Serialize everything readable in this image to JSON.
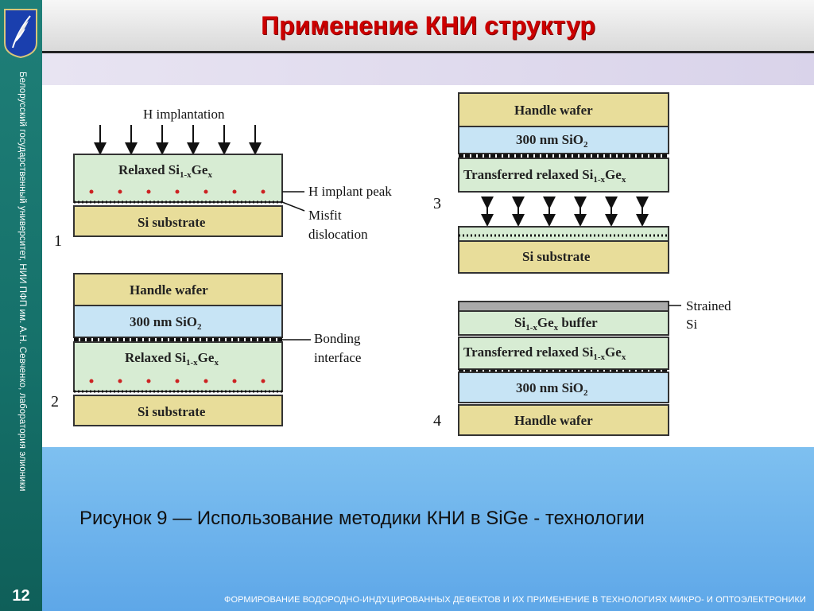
{
  "sidebar": {
    "vertical_text": "Белорусский государственный университет, НИИ ПФП им. А.Н. Севченко, лаборатория элионики",
    "page_number": "12"
  },
  "header": {
    "title": "Применение КНИ структур"
  },
  "figure": {
    "panel_numbers": [
      "1",
      "2",
      "3",
      "4"
    ],
    "labels": {
      "h_implantation": "H implantation",
      "relaxed_sige": "Relaxed Si",
      "si_substrate": "Si substrate",
      "h_implant_peak": "H implant peak",
      "misfit": "Misfit",
      "dislocation": "dislocation",
      "handle_wafer": "Handle wafer",
      "sio2": "300 nm SiO",
      "bonding": "Bonding",
      "interface": "interface",
      "transferred": "Transferred relaxed Si",
      "sige_buffer": " buffer",
      "strained": "Strained",
      "si": "Si",
      "sub_1x": "1-x",
      "ge": "Ge",
      "sub_x": "x",
      "sub_2": "2",
      "si_prefix": "Si"
    }
  },
  "caption": "Рисунок 9 — Использование методики КНИ в SiGe - технологии",
  "footer": "ФОРМИРОВАНИЕ ВОДОРОДНО-ИНДУЦИРОВАННЫХ ДЕФЕКТОВ И ИХ ПРИМЕНЕНИЕ В ТЕХНОЛОГИЯХ МИКРО- И ОПТОЭЛЕКТРОНИКИ",
  "colors": {
    "title": "#cc0000",
    "sidebar": "#157069",
    "tan": "#e8dd9a",
    "blue": "#c7e4f5",
    "green": "#d7ecd3",
    "lower_blue": "#6cb3ec"
  }
}
